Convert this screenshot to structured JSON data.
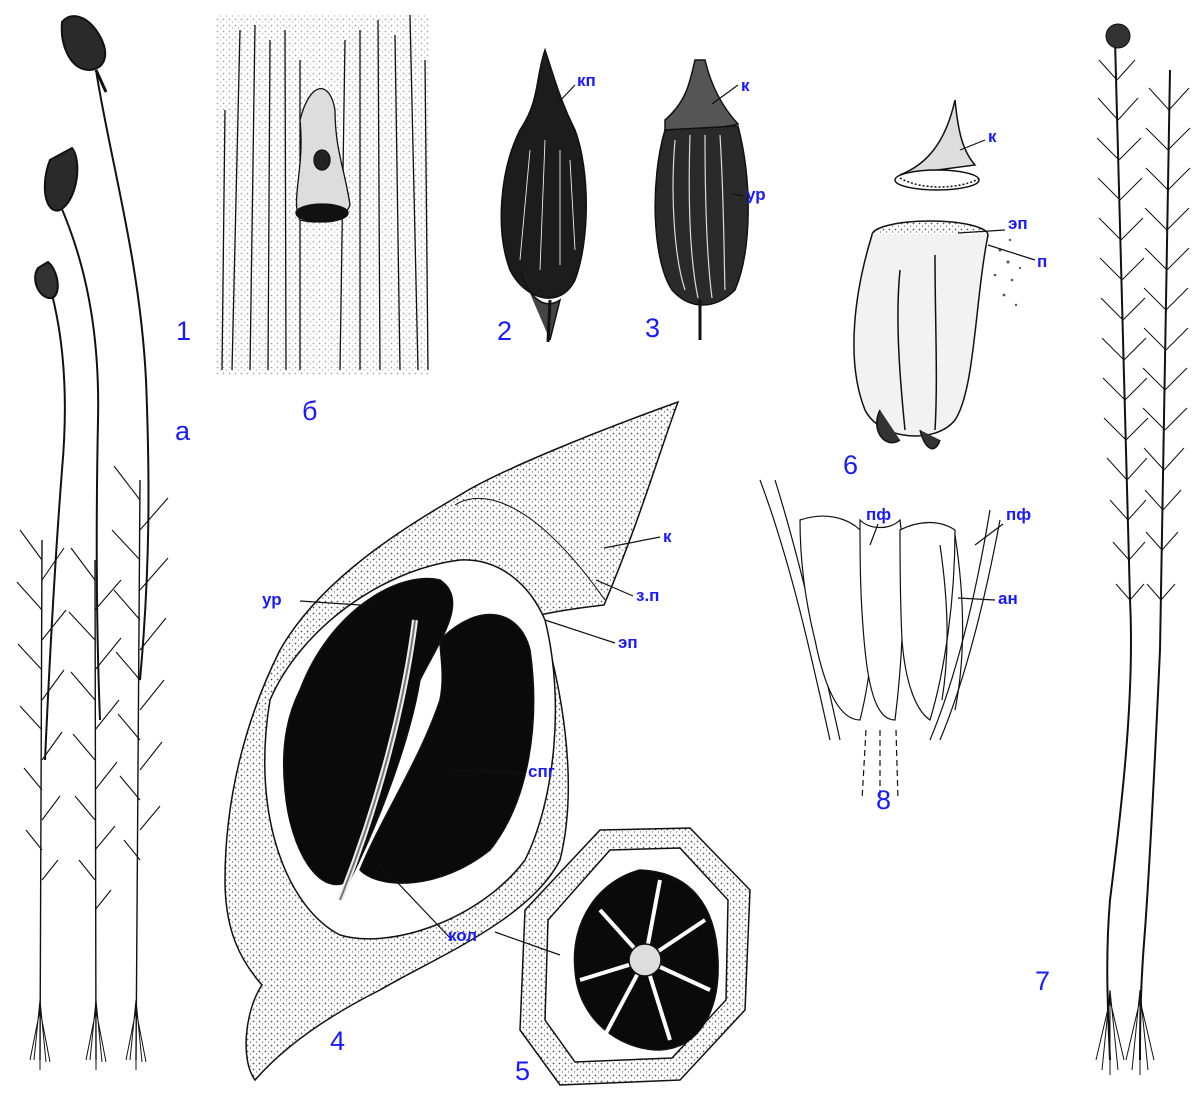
{
  "figure_numbers": {
    "n1": "1",
    "n2": "2",
    "n3": "3",
    "n4": "4",
    "n5": "5",
    "n6": "6",
    "n7": "7",
    "n8": "8"
  },
  "figure_letters": {
    "a": "а",
    "b": "б"
  },
  "labels": {
    "kp": "кп",
    "k_fig3": "к",
    "ur_fig3": "ур",
    "k_fig6": "к",
    "ep_fig6": "эп",
    "p_fig6": "п",
    "k_fig4": "к",
    "ur_fig4": "ур",
    "zp_fig4": "з.п",
    "ep_fig4": "эп",
    "spg": "спг",
    "kol": "кол",
    "pf1": "пф",
    "pf2": "пф",
    "an": "ан"
  },
  "colors": {
    "label": "#1a1aff",
    "ink": "#111111",
    "paper": "#ffffff",
    "spore_sac": "#0a0a0a",
    "stipple": "#d8d8d8"
  }
}
